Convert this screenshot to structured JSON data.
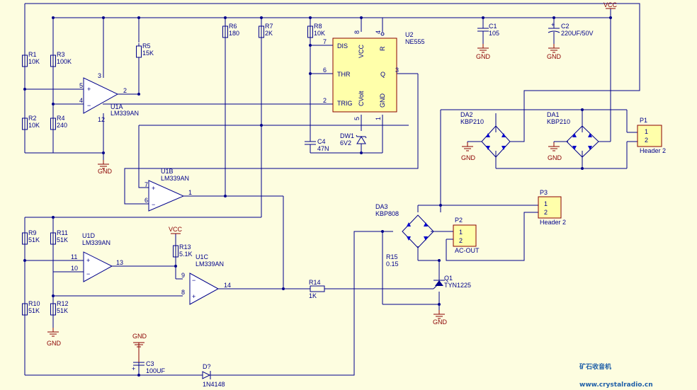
{
  "opamps": [
    {
      "id": "U1A",
      "part": "LM339AN",
      "pins": {
        "plus": "5",
        "minus": "4",
        "out": "2",
        "vcc": "3",
        "gnd": "12"
      }
    },
    {
      "id": "U1B",
      "part": "LM339AN",
      "pins": {
        "plus": "7",
        "minus": "6",
        "out": "1"
      }
    },
    {
      "id": "U1D",
      "part": "LM339AN",
      "pins": {
        "plus": "11",
        "minus": "10",
        "out": "13"
      }
    },
    {
      "id": "U1C",
      "part": "LM339AN",
      "pins": {
        "plus": "9",
        "minus": "8",
        "out": "14"
      }
    }
  ],
  "resistors": [
    {
      "ref": "R1",
      "value": "10K"
    },
    {
      "ref": "R2",
      "value": "10K"
    },
    {
      "ref": "R3",
      "value": "100K"
    },
    {
      "ref": "R4",
      "value": "240"
    },
    {
      "ref": "R5",
      "value": "15K"
    },
    {
      "ref": "R6",
      "value": "180"
    },
    {
      "ref": "R7",
      "value": "2K"
    },
    {
      "ref": "R8",
      "value": "10K"
    },
    {
      "ref": "R9",
      "value": "51K"
    },
    {
      "ref": "R10",
      "value": "51K"
    },
    {
      "ref": "R11",
      "value": "51K"
    },
    {
      "ref": "R12",
      "value": "51K"
    },
    {
      "ref": "R13",
      "value": "5.1K"
    },
    {
      "ref": "R14",
      "value": "1K"
    },
    {
      "ref": "R15",
      "value": "0.15"
    }
  ],
  "timer": {
    "ref": "U2",
    "part": "NE555",
    "pin_labels": [
      "DIS",
      "THR",
      "TRIG",
      "VCC",
      "R",
      "Q",
      "CVolt",
      "GND"
    ],
    "pin_numbers": [
      "7",
      "6",
      "2",
      "8",
      "4",
      "3",
      "5",
      "1"
    ]
  },
  "capacitors": [
    {
      "ref": "C1",
      "value": "105"
    },
    {
      "ref": "C2",
      "value": "220UF/50V"
    },
    {
      "ref": "C3",
      "value": "100UF"
    },
    {
      "ref": "C4",
      "value": "47N"
    }
  ],
  "diodes": [
    {
      "ref": "DW1",
      "value": "6V2"
    },
    {
      "ref": "D?",
      "value": "1N4148"
    }
  ],
  "bridges": [
    {
      "ref": "DA1",
      "part": "KBP210"
    },
    {
      "ref": "DA2",
      "part": "KBP210"
    },
    {
      "ref": "DA3",
      "part": "KBP808"
    }
  ],
  "thyristor": {
    "ref": "Q1",
    "part": "TYN1225"
  },
  "headers": [
    {
      "ref": "P1",
      "part": "Header 2",
      "pins": [
        "1",
        "2"
      ]
    },
    {
      "ref": "P2",
      "part": "AC-OUT",
      "pins": [
        "1",
        "2"
      ]
    },
    {
      "ref": "P3",
      "part": "Header 2",
      "pins": [
        "1",
        "2"
      ]
    }
  ],
  "nets": {
    "vcc": "VCC",
    "gnd": "GND"
  },
  "watermark": {
    "cn": "矿石收音机",
    "url": "www.crystalradio.cn"
  },
  "colors": {
    "background": "#fdfde0",
    "wire": "#00008b",
    "power": "#8b0000",
    "part_fill": "#ffffaa",
    "watermark": "#1f5fa8"
  }
}
